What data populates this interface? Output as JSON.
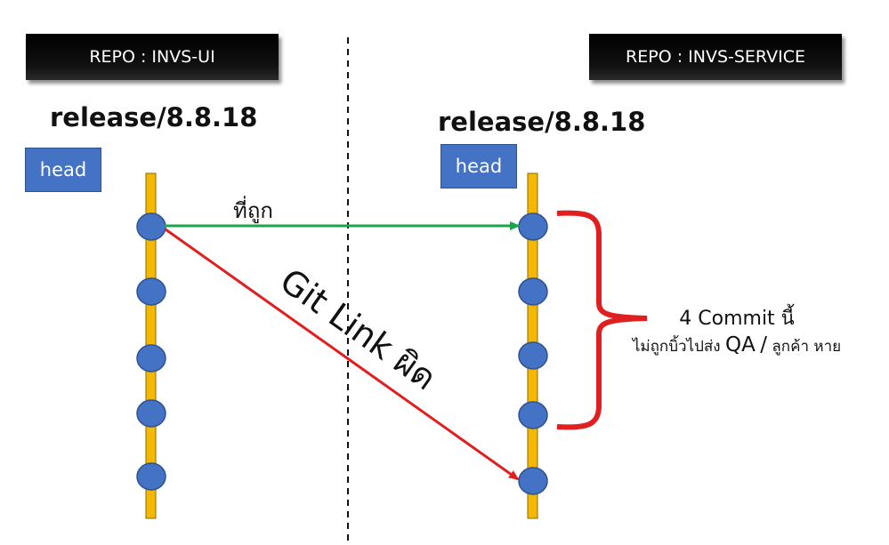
{
  "repos": {
    "left": {
      "name": "REPO : INVS-UI",
      "branch": "release/8.8.18",
      "head": "head",
      "commits": 5
    },
    "right": {
      "name": "REPO : INVS-SERVICE",
      "branch": "release/8.8.18",
      "head": "head",
      "commits": 5
    }
  },
  "links": {
    "correct": {
      "label": "ที่ถูก",
      "color": "#1aa64a",
      "from_commit": 1,
      "to_commit": 1
    },
    "wrong": {
      "label": "Git Link ผิด",
      "color": "#e02020",
      "from_commit": 1,
      "to_commit": 5
    }
  },
  "annotation": {
    "line1": "4 Commit นี้",
    "line2_a": "ไม่ถูกบิ้วไปส่ง",
    "line2_b": "QA",
    "line2_sep": "/",
    "line2_c": "ลูกค้า หาย",
    "brace_color": "#e02020"
  },
  "colors": {
    "branch_line": "#f5b800",
    "branch_line_border": "#8a6a00",
    "commit_fill": "#4472c4",
    "commit_border": "#2f528f",
    "head_fill": "#4472c4",
    "divider": "#111111"
  }
}
